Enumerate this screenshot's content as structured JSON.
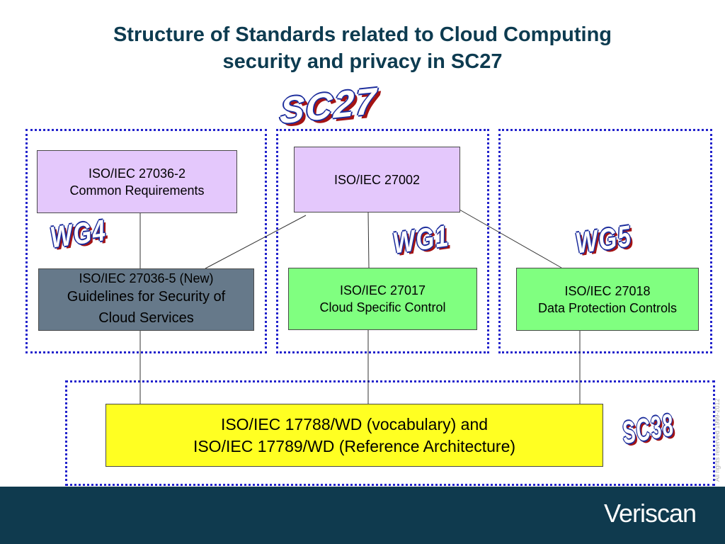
{
  "title": {
    "line1": "Structure of Standards related to Cloud Computing",
    "line2": "security and privacy in SC27"
  },
  "badges": {
    "sc27": "SC27",
    "wg4": "WG4",
    "wg1": "WG1",
    "wg5": "WG5",
    "sc38": "SC38"
  },
  "boxes": {
    "iso27036_2": {
      "line1": "ISO/IEC 27036-2",
      "line2": "Common Requirements"
    },
    "iso27002": {
      "line1": "ISO/IEC 27002"
    },
    "iso27036_5": {
      "line1": "ISO/IEC 27036-5 (New)",
      "line2": "Guidelines for Security of",
      "line3": "Cloud Services"
    },
    "iso27017": {
      "line1": "ISO/IEC 27017",
      "line2": "Cloud Specific Control"
    },
    "iso27018": {
      "line1": "ISO/IEC 27018",
      "line2": "Data Protection Controls"
    },
    "iso17788": {
      "line1": "ISO/IEC 17788/WD (vocabulary) and",
      "line2": "ISO/IEC 17789/WD (Reference Architecture)"
    }
  },
  "copyright": "All rights reserved 1999-2012",
  "logo": "Veriscan",
  "colors": {
    "title": "#0d3b50",
    "group_border": "#2222cc",
    "purple_box": "#e4c8fc",
    "green_box": "#80ff80",
    "gray_box": "#66798a",
    "yellow_box": "#ffff22",
    "footer": "#0f3a4e"
  }
}
